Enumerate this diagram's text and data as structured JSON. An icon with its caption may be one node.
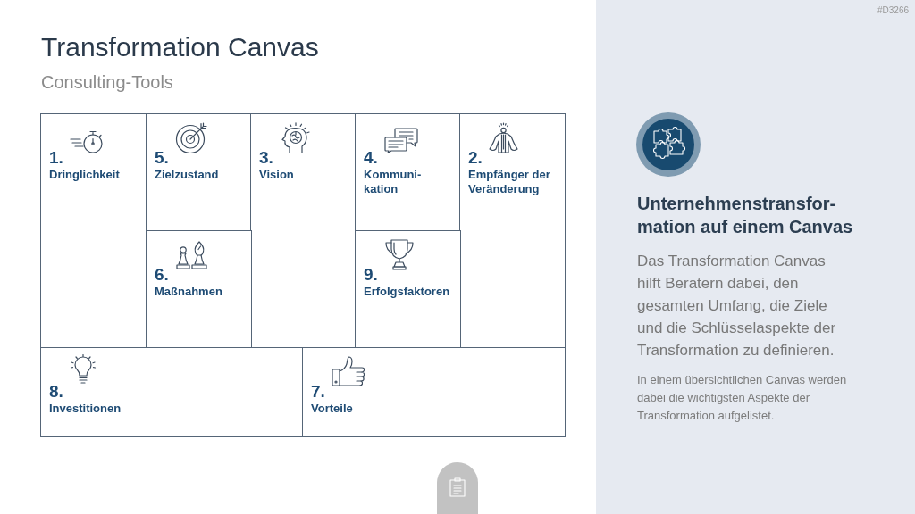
{
  "diagram": {
    "title": "Transformation Canvas",
    "nodes": [
      {
        "text": [
          "1.",
          "Dringlichkeit"
        ]
      },
      {
        "text": [
          "5.",
          "Zielzustand"
        ]
      },
      {
        "text": [
          "3.",
          "Vision"
        ]
      },
      {
        "text": [
          "4.",
          "Kommuni- kation"
        ]
      },
      {
        "text": [
          "2.",
          "Empfänger der Veränderung"
        ]
      },
      {
        "text": [
          "6.",
          "Maßnahmen"
        ]
      },
      {
        "text": [
          "9.",
          "Erfolgsfaktoren"
        ]
      },
      {
        "text": [
          "8.",
          "Investitionen"
        ]
      },
      {
        "text": [
          "7.",
          "Vorteile"
        ]
      },
      {
        "text": [
          "Unternehmenstransfor- mation auf einem Canvas",
          "Das Transformation Canvas hilft Beratern dabei, den gesamten Umfang, die Ziele und die Schlüsselaspekte der Transformation zu definieren.",
          "In einem übersichtlichen Canvas werden dabei die wichtigsten Aspekte der Transformation aufgelistet."
        ]
      }
    ],
    "labels": [
      "Consulting-Tools",
      "#D3266"
    ]
  }
}
